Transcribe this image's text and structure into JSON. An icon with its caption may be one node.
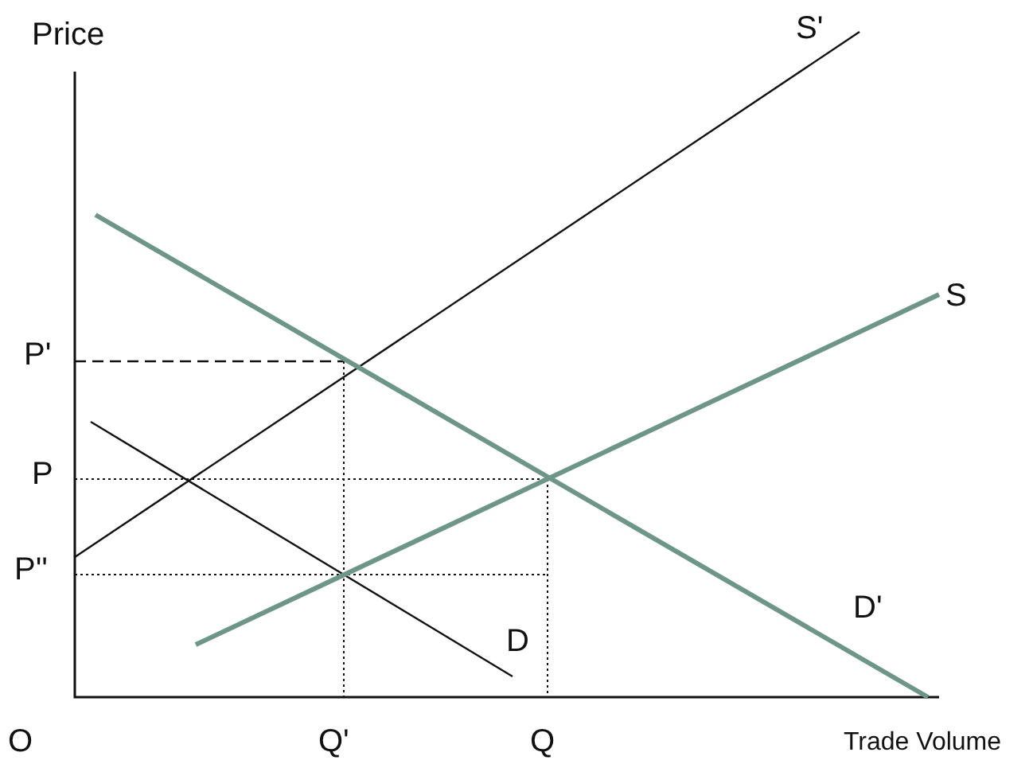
{
  "diagram": {
    "labels": [
      "Price",
      "S'",
      "S",
      "P'",
      "P",
      "P''",
      "D",
      "D'",
      "O",
      "Q'",
      "Q",
      "Trade Volume"
    ]
  }
}
